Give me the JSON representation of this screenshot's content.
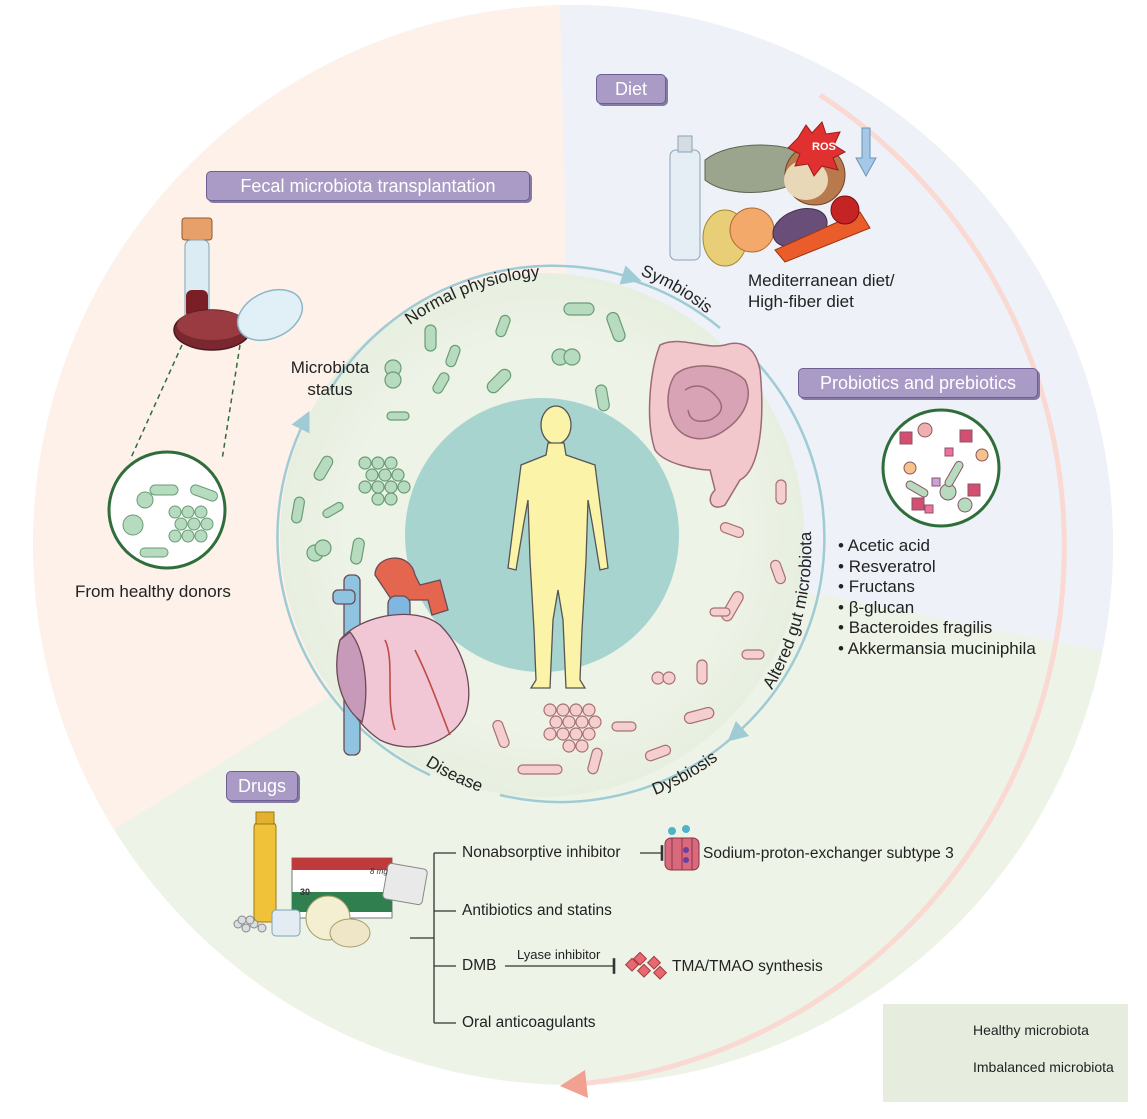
{
  "sections": {
    "fmt": {
      "title": "Fecal microbiota transplantation",
      "caption": "From healthy donors"
    },
    "diet": {
      "title": "Diet",
      "caption_line1": "Mediterranean diet/",
      "caption_line2": "High-fiber diet",
      "ros_label": "ROS"
    },
    "probiotics": {
      "title": "Probiotics and prebiotics",
      "items": [
        "Acetic acid",
        "Resveratrol",
        "Fructans",
        "β-glucan",
        "Bacteroides fragilis",
        "Akkermansia muciniphila"
      ]
    },
    "drugs": {
      "title": "Drugs",
      "box_label": "8 mg",
      "box_count": "30",
      "items": {
        "nonabsorptive": "Nonabsorptive inhibitor",
        "target_nhe3": "Sodium-proton-exchanger subtype 3",
        "antibiotics": "Antibiotics and statins",
        "dmb": "DMB",
        "lyase": "Lyase inhibitor",
        "tma": "TMA/TMAO synthesis",
        "anticoagulants": "Oral anticoagulants"
      }
    }
  },
  "ring": {
    "normal_physiology": "Normal physiology",
    "symbiosis": "Symbiosis",
    "microbiota_status_line1": "Microbiota",
    "microbiota_status_line2": "status",
    "altered": "Altered gut microbiota",
    "dysbiosis": "Dysbiosis",
    "disease": "Disease"
  },
  "legend": {
    "healthy": "Healthy microbiota",
    "imbalanced": "Imbalanced microbiota"
  },
  "colors": {
    "fmt_bg": "#fdf1ea",
    "diet_bg": "#eef1f8",
    "drugs_bg": "#eef3e7",
    "ring_bg": "#edf3e7",
    "ring_arrow": "#9ecbd4",
    "center_disc": "#a8d4cf",
    "body": "#fbf3a8",
    "healthy_bacteria": "#b7dbbf",
    "imbalanced_bacteria": "#f5cfcf",
    "title_box": "#a99bc6",
    "outer_arrow": "#f2a090"
  }
}
